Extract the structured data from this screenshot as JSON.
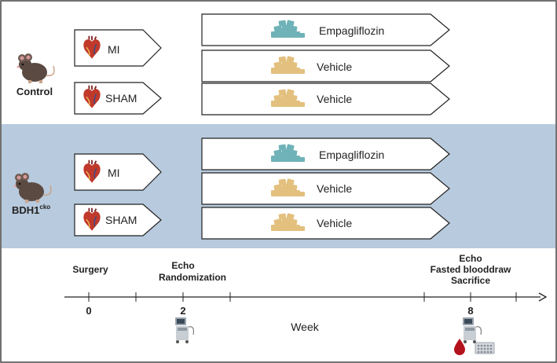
{
  "groups": [
    {
      "name": "Control",
      "superscript": "",
      "surgeries": [
        {
          "label": "MI",
          "treatments": [
            "Empagliflozin",
            "Vehicle"
          ]
        },
        {
          "label": "SHAM",
          "treatments": [
            "Vehicle"
          ]
        }
      ]
    },
    {
      "name": "BDH1",
      "superscript": "cko",
      "surgeries": [
        {
          "label": "MI",
          "treatments": [
            "Empagliflozin",
            "Vehicle"
          ]
        },
        {
          "label": "SHAM",
          "treatments": [
            "Vehicle"
          ]
        }
      ]
    }
  ],
  "timeline": {
    "axis_label": "Week",
    "ticks": [
      {
        "value": "0",
        "events": [
          "Surgery"
        ]
      },
      {
        "value": "2",
        "events": [
          "Echo",
          "Randomization"
        ]
      },
      {
        "value": "8",
        "events": [
          "Echo",
          "Fasted blooddraw",
          "Sacrifice"
        ]
      }
    ]
  },
  "colors": {
    "band": "#b8cadd",
    "empagliflozin": "#6fb3b8",
    "vehicle": "#e3c07e",
    "blood": "#b3121c",
    "heart": "#c0392b",
    "mouse": "#5b4a42"
  },
  "icons": {
    "heart": "heart-icon",
    "mouse": "mouse-icon",
    "pills": "pill-pile-icon",
    "echo": "ultrasound-machine-icon",
    "blood": "blood-drop-icon",
    "tubes": "tube-rack-icon"
  }
}
